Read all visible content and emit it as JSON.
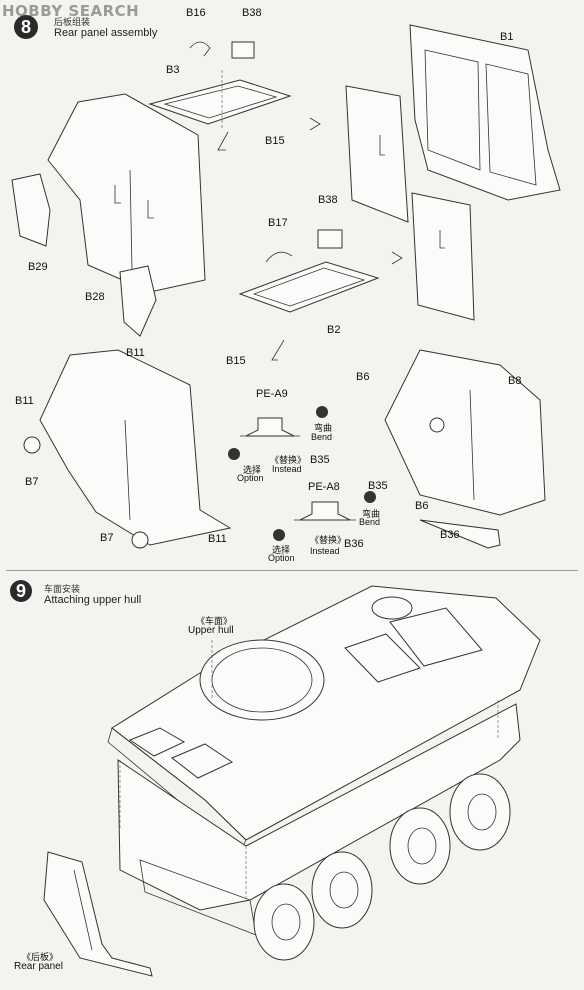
{
  "watermark": "HOBBY SEARCH",
  "step8": {
    "number": "8",
    "title_cn": "后板组装",
    "title_en": "Rear panel assembly"
  },
  "step9": {
    "number": "9",
    "title_cn": "车面安装",
    "title_en": "Attaching upper hull"
  },
  "parts": {
    "b16": "B16",
    "b38a": "B38",
    "b1": "B1",
    "b3": "B3",
    "b15a": "B15",
    "b17": "B17",
    "b38b": "B38",
    "b29": "B29",
    "b28": "B28",
    "b2": "B2",
    "b15b": "B15",
    "b11a": "B11",
    "b11b": "B11",
    "b7a": "B7",
    "b7b": "B7",
    "b11c": "B11",
    "b6a": "B6",
    "b8": "B8",
    "b35a": "B35",
    "b6b": "B6",
    "b36a": "B36",
    "pea9": "PE-A9",
    "pea8": "PE-A8",
    "b35b": "B35",
    "b36b": "B36"
  },
  "notes": {
    "bend_cn": "弯曲",
    "bend_en": "Bend",
    "option_cn": "选择",
    "option_en": "Option",
    "instead_cn": "《替换》",
    "instead_en": "Instead"
  },
  "hull": {
    "upper_cn": "《车面》",
    "upper_en": "Upper hull",
    "rear_cn": "《后板》",
    "rear_en": "Rear panel"
  }
}
